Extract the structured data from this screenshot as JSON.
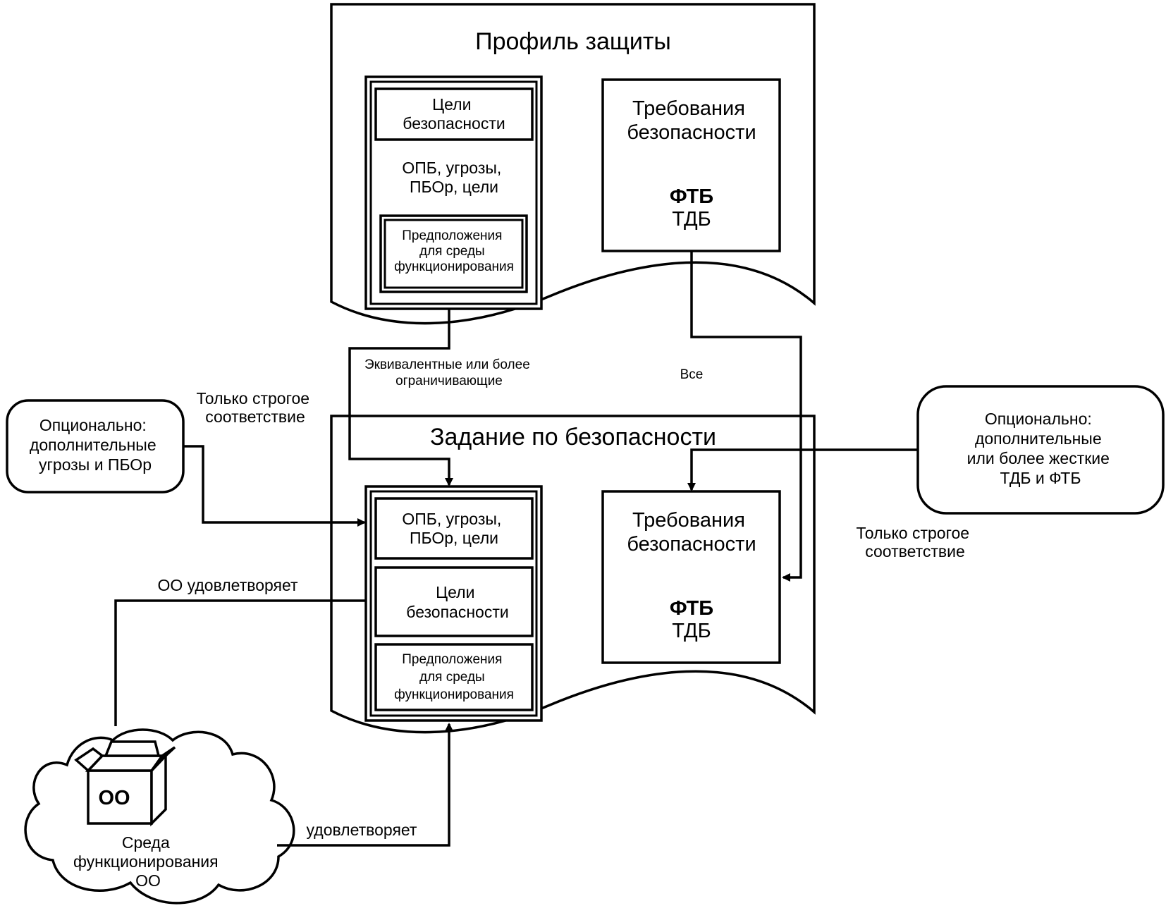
{
  "pp": {
    "title": "Профиль защиты",
    "goals": [
      "Цели",
      "безопасности"
    ],
    "threats": [
      "ОПБ, угрозы,",
      "ПБОр, цели"
    ],
    "assumptions": [
      "Предположения",
      "для среды",
      "функционирования"
    ],
    "requirements": [
      "Требования",
      "безопасности"
    ],
    "ftb": "ФТБ",
    "tdb": "ТДБ"
  },
  "st": {
    "title": "Задание по безопасности",
    "threats": [
      "ОПБ, угрозы,",
      "ПБОр, цели"
    ],
    "goals": [
      "Цели",
      "безопасности"
    ],
    "assumptions": [
      "Предположения",
      "для среды",
      "функционирования"
    ],
    "requirements": [
      "Требования",
      "безопасности"
    ],
    "ftb": "ФТБ",
    "tdb": "ТДБ"
  },
  "labels": {
    "equivalent": [
      "Эквивалентные или более",
      "ограничивающие"
    ],
    "all": "Все",
    "strict_left": [
      "Только строгое",
      "соответствие"
    ],
    "strict_right": [
      "Только строгое",
      "соответствие"
    ],
    "toe_satisfies": "ОО удовлетворяет",
    "satisfies": "удовлетворяет"
  },
  "optional_left": [
    "Опционально:",
    "дополнительные",
    "угрозы и ПБОр"
  ],
  "optional_right": [
    "Опционально:",
    "дополнительные",
    "или более жесткие",
    "ТДБ и ФТБ"
  ],
  "toe": {
    "box_label": "ОО",
    "env": [
      "Среда",
      "функционирования",
      "ОО"
    ]
  }
}
